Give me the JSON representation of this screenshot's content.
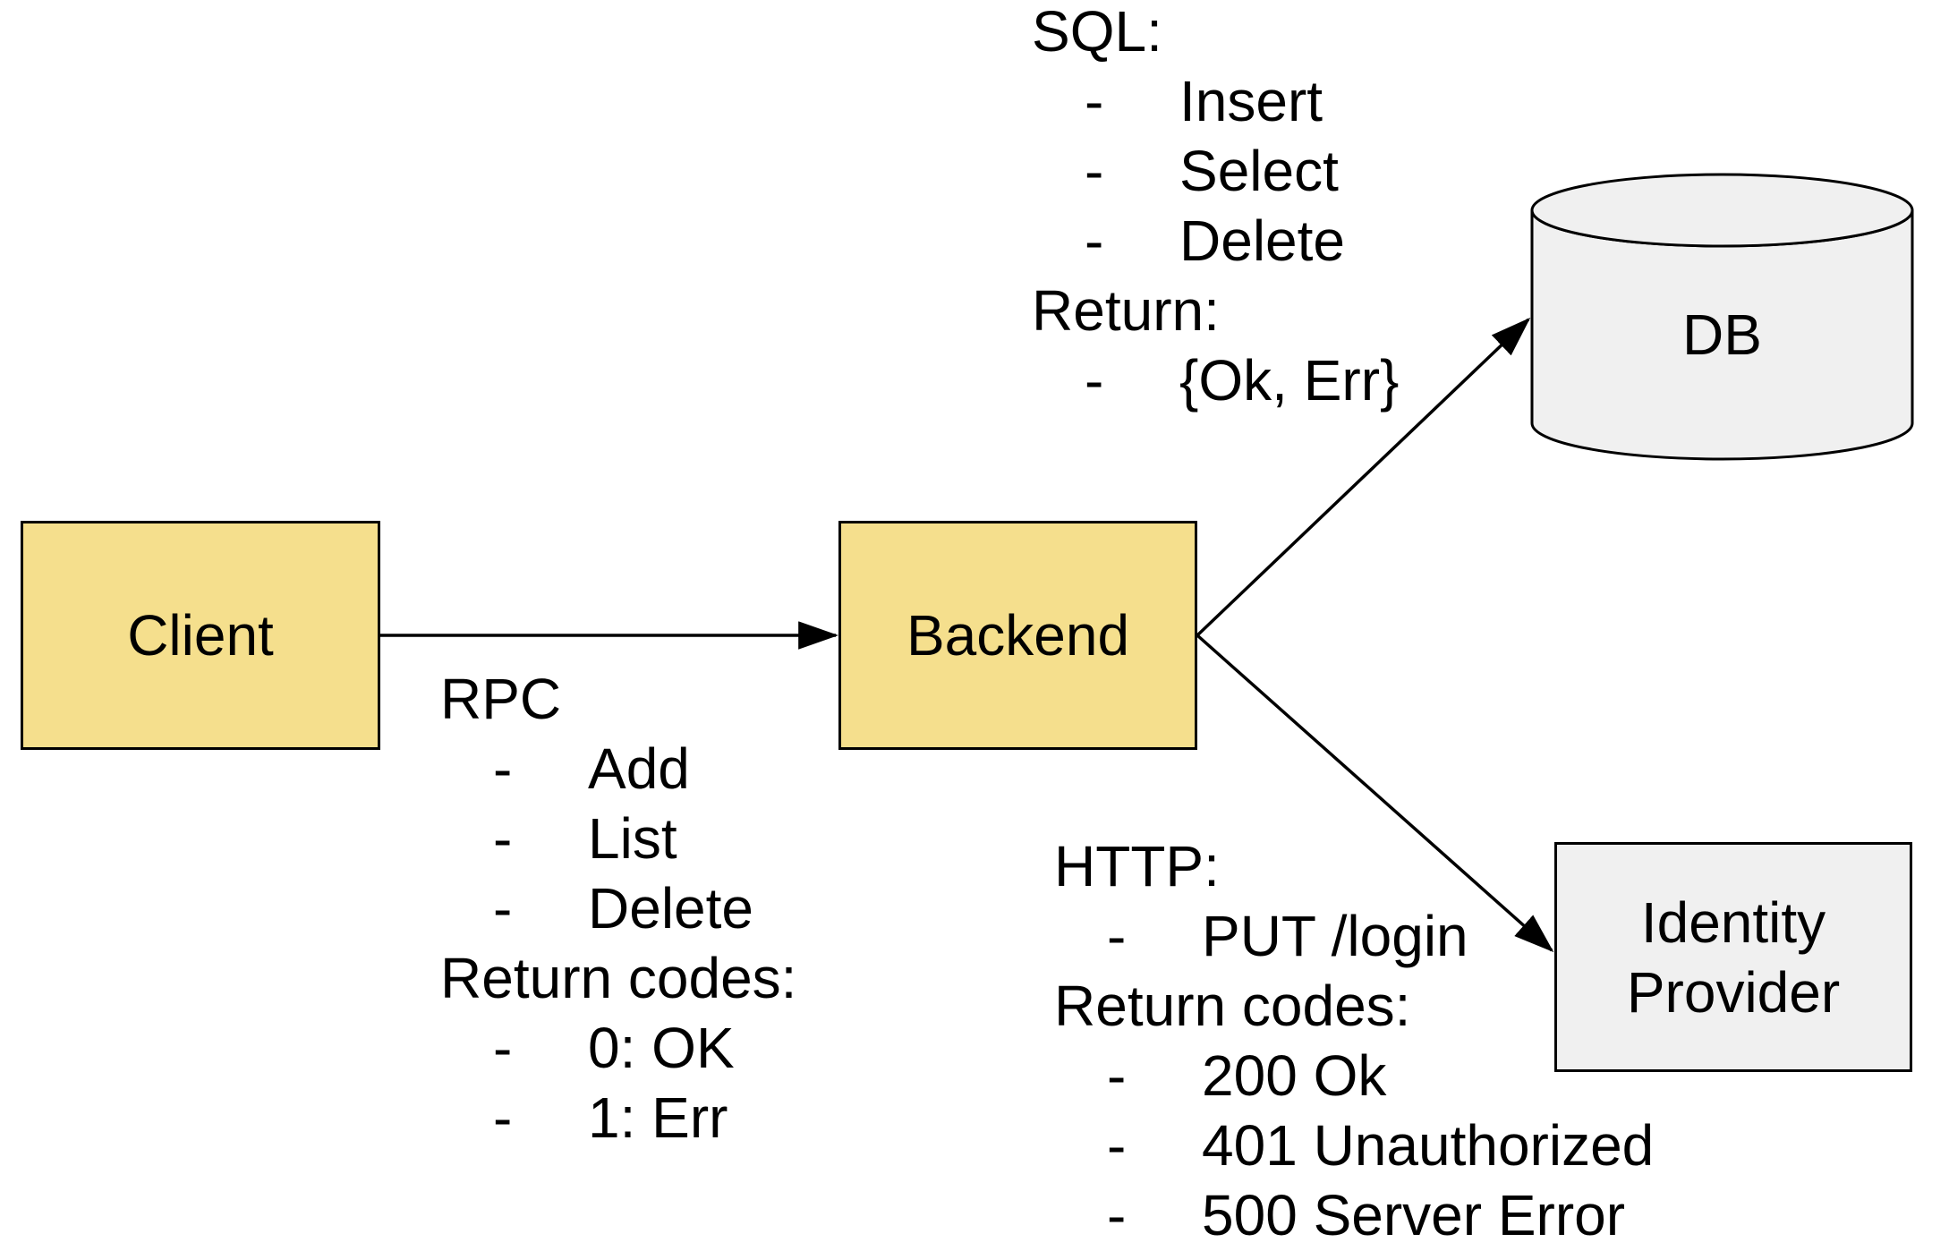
{
  "diagram": {
    "nodes": {
      "client": {
        "label": "Client"
      },
      "backend": {
        "label": "Backend"
      },
      "db": {
        "label": "DB"
      },
      "identity_provider": {
        "label_line1": "Identity",
        "label_line2": "Provider"
      }
    },
    "edge_labels": {
      "rpc": {
        "bullet": "-",
        "title": "RPC",
        "items": [
          "Add",
          "List",
          "Delete"
        ],
        "subtitle": "Return codes:",
        "sub_items": [
          "0: OK",
          "1: Err"
        ]
      },
      "sql": {
        "bullet": "-",
        "title": "SQL:",
        "items": [
          "Insert",
          "Select",
          "Delete"
        ],
        "subtitle": "Return:",
        "sub_items": [
          "{Ok, Err}"
        ]
      },
      "http": {
        "bullet": "-",
        "title": "HTTP:",
        "items": [
          "PUT /login"
        ],
        "subtitle": "Return codes:",
        "sub_items": [
          "200 Ok",
          "401 Unauthorized",
          "500 Server Error"
        ]
      }
    },
    "colors": {
      "node_fill_yellow": "#f5df8d",
      "node_fill_gray": "#f0f0f0",
      "stroke": "#000000",
      "text": "#000000",
      "background": "#ffffff"
    }
  }
}
